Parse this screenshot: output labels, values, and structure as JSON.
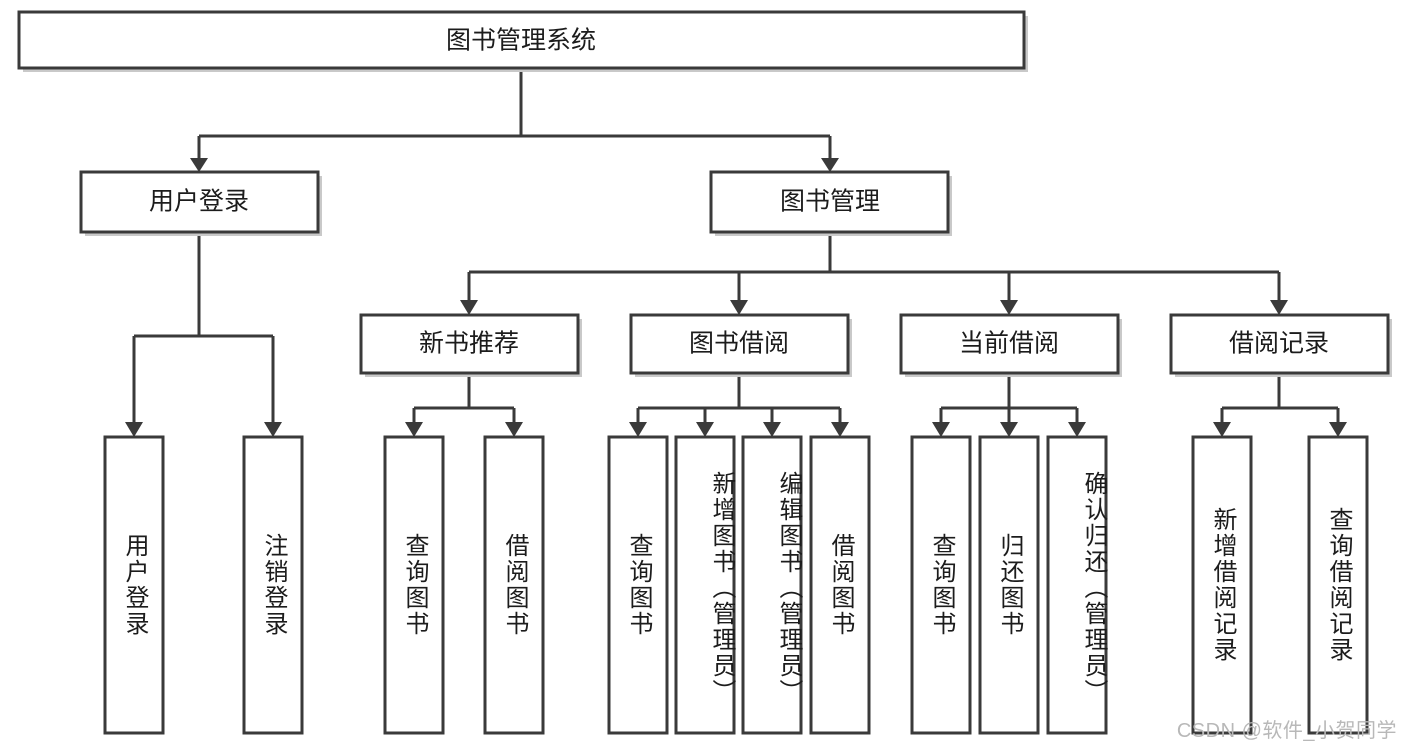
{
  "diagram": {
    "type": "tree-hierarchy",
    "title": "图书管理系统",
    "orientation": "top-down",
    "colors": {
      "box_fill": "#ffffff",
      "box_stroke": "#3a3a3a",
      "connector": "#3a3a3a",
      "text": "#1c1c1c",
      "background": "#ffffff",
      "watermark": "#b8b8b8"
    },
    "root": {
      "label": "图书管理系统"
    },
    "level2": [
      {
        "label": "用户登录"
      },
      {
        "label": "图书管理"
      }
    ],
    "level3": [
      {
        "label": "新书推荐"
      },
      {
        "label": "图书借阅"
      },
      {
        "label": "当前借阅"
      },
      {
        "label": "借阅记录"
      }
    ],
    "leaves": {
      "user_login": [
        {
          "label": "用户登录"
        },
        {
          "label": "注销登录"
        }
      ],
      "new_book_recommend": [
        {
          "label": "查询图书"
        },
        {
          "label": "借阅图书"
        }
      ],
      "book_borrow": [
        {
          "label": "查询图书"
        },
        {
          "label": "新增图书（管理员）"
        },
        {
          "label": "编辑图书（管理员）"
        },
        {
          "label": "借阅图书"
        }
      ],
      "current_borrow": [
        {
          "label": "查询图书"
        },
        {
          "label": "归还图书"
        },
        {
          "label": "确认归还（管理员）"
        }
      ],
      "borrow_record": [
        {
          "label": "新增借阅记录"
        },
        {
          "label": "查询借阅记录"
        }
      ]
    }
  },
  "watermark": {
    "text": "CSDN @软件_小贺同学"
  }
}
